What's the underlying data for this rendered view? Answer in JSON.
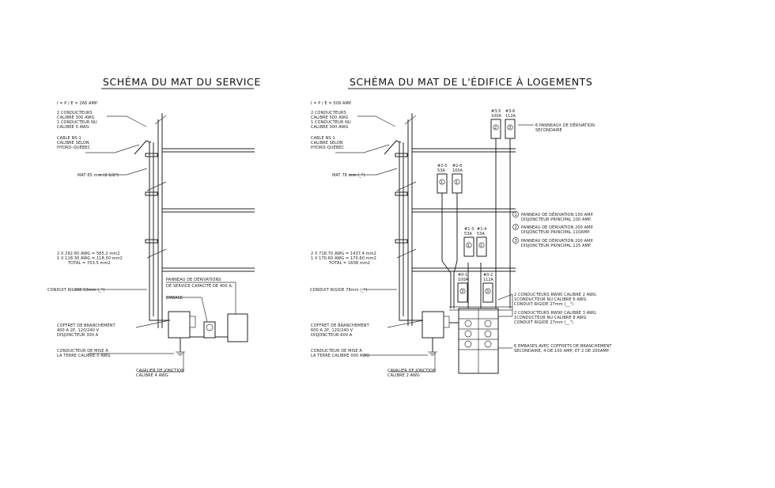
{
  "left": {
    "title": "SCHÉMA DU MAT DU SERVICE",
    "labels": [
      "I = P / E = 266 AMP.",
      "2 CONDUCTEURS",
      "CALIBRE 300 AWG",
      "1 CONDUCTEUR NU",
      "CALIBRE 0 AWG",
      "CABLE NS-1",
      "CALIBRE SELON",
      "HYDRO-QUÉBEC",
      "MAT 65 mm (2 1/2\")",
      "2 X 292.60 AWG = 585.2 mm2",
      "1 X 118.30 AWG = 118.30 mm2",
      "TOTAL = 703.5 mm2",
      "CONDUIT RIGIDE 53mm (_\")",
      "PANNEAU DE DÉRIVATIONS",
      "DE SERVICE CAPACITÉ DE 400 A.",
      "EMBASE",
      "COFFRET DE BRANCHEMENT",
      "400 A 2P, 120/240 V",
      "DISJONCTEUR 300 A",
      "CONDUCTEUR DE MISE À",
      "LA TERRE CALIBRE 0 AWG",
      "CAVALIER DE JONCTION",
      "CALIBRE 4 AWG"
    ]
  },
  "right": {
    "title": "SCHÉMA DU MAT DE L'ÉDIFICE À LOGEMENTS",
    "labels": [
      "I = P / E = 509 AMP.",
      "2 CONDUCTEURS",
      "CALIBRE 500 AWG",
      "1 CONDUCTEUR NU",
      "CALIBRE 000 AWG",
      "CABLE NS-1",
      "CALIBRE SELON",
      "HYDRO-QUÉBEC",
      "MAT 78 mm (_\")",
      "2 X 718.70 AWG = 1437.4 mm2",
      "1 X 170.60 AWG = 170.60 mm2",
      "TOTAL = 1608 mm2",
      "CONDUIT RIGIDE 78mm (_\")",
      "COFFRET DE BRANCHEMENT",
      "600 A 2P, 120/240 V",
      "DISJONCTEUR 600 A",
      "CONDUCTEUR DE MISE À",
      "LA TERRE CALIBRE 000 AWG",
      "CAVALIER DE JONCTION",
      "CALIBRE 2 AWG",
      "6 PANNEAUX DE DÉRIVATION",
      "SECONDAIRE",
      "PANNEAU DE DÉRIVATION 100 AMP.",
      "DISJONCTEUR PRINCIPAL 100 AMP.",
      "PANNEAU DE DÉRIVATION 200 AMP.",
      "DISJONCTEUR PRINCIPAL 110AMP.",
      "PANNEAU DE DÉRIVATION 200 AMP.",
      "DISJONCTEUR PRINCIPAL 125 AMP.",
      "2 CONDUCTEURS RW90 CALIBRE 2 AWG",
      "1CONDUCTEUR NU CALIBRE 6 AWG",
      "CONDUIT RIGIDE 27mm (__\")",
      "2 CONDUCTEURS RW90 CALIBRE 3 AWG",
      "1CONDUCTEUR NU CALIBRE 8 AWG",
      "CONDUIT RIGIDE 27mm (__\")",
      "6 EMBASES AVEC COFFRETS DE BRANCHEMENT",
      "SECONDAIRE, 4 DE 100 AMP, ET 2 DE 200AMP."
    ],
    "panels": [
      {
        "id": "#3-5",
        "amp": "100A",
        "type": "2"
      },
      {
        "id": "#3-6",
        "amp": "112A",
        "type": "3"
      },
      {
        "id": "#2-5",
        "amp": "53A",
        "type": "1"
      },
      {
        "id": "#2-6",
        "amp": "100A",
        "type": "1"
      },
      {
        "id": "#1-3",
        "amp": "53A",
        "type": "1"
      },
      {
        "id": "#1-4",
        "amp": "53A",
        "type": "1"
      },
      {
        "id": "#0-1",
        "amp": "100A",
        "type": "3"
      },
      {
        "id": "#0-2",
        "amp": "112A",
        "type": "3"
      }
    ]
  }
}
